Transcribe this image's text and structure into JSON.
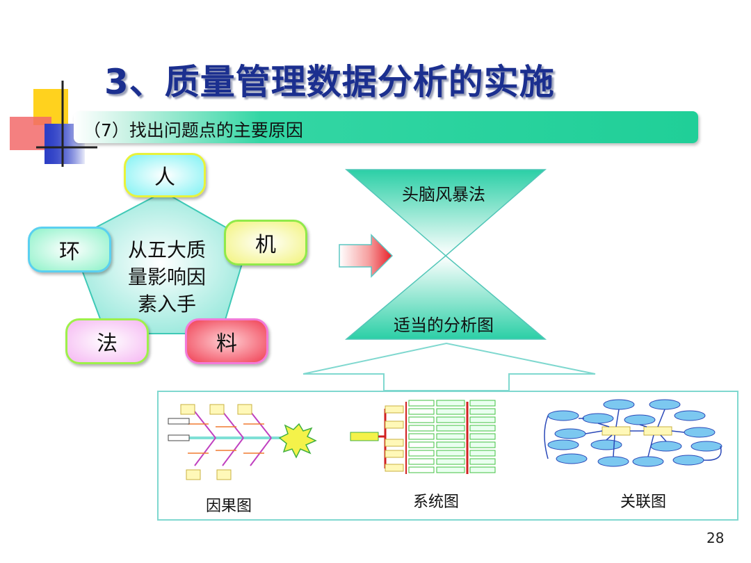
{
  "slide": {
    "title": "3、质量管理数据分析的实施",
    "subtitle": "（7）找出问题点的主要原因",
    "page_number": "28"
  },
  "pentagon": {
    "center_text_lines": [
      "从五大质",
      "量影响因",
      "素入手"
    ],
    "nodes": {
      "ren": "人",
      "ji": "机",
      "liao": "料",
      "fa": "法",
      "huan": "环"
    }
  },
  "hourglass": {
    "top_label": "头脑风暴法",
    "bottom_label": "适当的分析图"
  },
  "examples": {
    "labels": [
      "因果图",
      "系统图",
      "关联图"
    ]
  },
  "colors": {
    "title": "#1b2f8f",
    "teal": "#20cf98",
    "node_ren": "#7ff2f4",
    "node_ji": "#f2f37a",
    "node_liao": "#f04054",
    "node_fa": "#f5b6f2",
    "node_huan": "#8cf2c8"
  }
}
